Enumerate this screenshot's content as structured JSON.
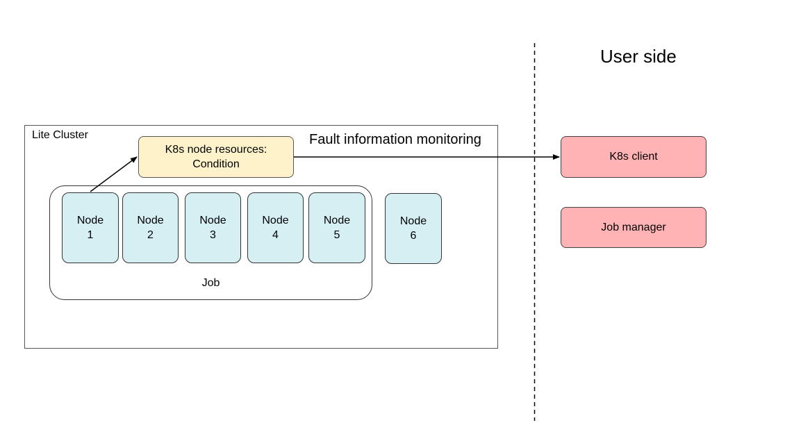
{
  "cluster": {
    "label": "Lite Cluster"
  },
  "condition": {
    "line1": "K8s node resources:",
    "line2": "Condition"
  },
  "fault_monitoring_label": "Fault information monitoring",
  "job": {
    "label": "Job"
  },
  "nodes": [
    {
      "word": "Node",
      "number": "1"
    },
    {
      "word": "Node",
      "number": "2"
    },
    {
      "word": "Node",
      "number": "3"
    },
    {
      "word": "Node",
      "number": "4"
    },
    {
      "word": "Node",
      "number": "5"
    },
    {
      "word": "Node",
      "number": "6"
    }
  ],
  "user_side": {
    "title": "User side",
    "k8s_client": "K8s client",
    "job_manager": "Job manager"
  },
  "colors": {
    "node_fill": "#d5eff3",
    "condition_fill": "#fdf2c9",
    "user_box_fill": "#ffb3b5"
  }
}
